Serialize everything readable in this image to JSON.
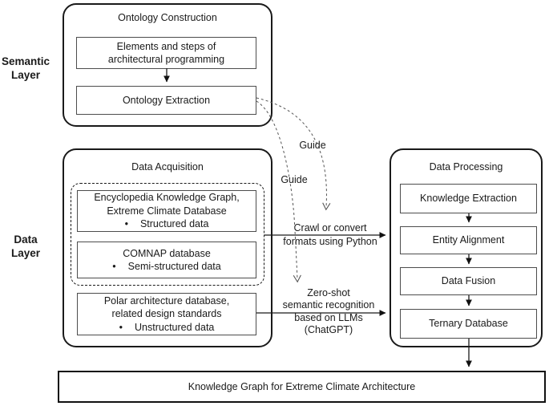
{
  "layer_labels": {
    "semantic": {
      "line1": "Semantic",
      "line2": "Layer"
    },
    "data": {
      "line1": "Data",
      "line2": "Layer"
    }
  },
  "ontology_construction": {
    "title": "Ontology Construction",
    "elements_box_lines": [
      "Elements and steps of",
      "architectural programming"
    ],
    "extraction_box": "Ontology Extraction"
  },
  "data_acquisition": {
    "title": "Data Acquisition",
    "encyclopedia_box": {
      "lines": [
        "Encyclopedia Knowledge Graph,",
        "Extreme Climate Database"
      ],
      "bullet": "Structured data"
    },
    "comnap_box": {
      "lines": [
        "COMNAP database"
      ],
      "bullet": "Semi-structured data"
    },
    "polar_box": {
      "lines": [
        "Polar architecture database,",
        "related design standards"
      ],
      "bullet": "Unstructured data"
    }
  },
  "data_processing": {
    "title": "Data Processing",
    "steps": [
      "Knowledge Extraction",
      "Entity Alignment",
      "Data Fusion",
      "Ternary Database"
    ]
  },
  "output_box": {
    "label": "Knowledge Graph for Extreme Climate Architecture"
  },
  "annotations": {
    "guide_upper": "Guide",
    "guide_lower": "Guide",
    "crawl_lines": [
      "Crawl or convert",
      "formats using Python"
    ],
    "zeroshot_lines": [
      "Zero-shot",
      "semantic recognition",
      "based on LLMs",
      "(ChatGPT)"
    ]
  },
  "glyphs": {
    "bullet": "•"
  },
  "colors": {
    "ink": "#1a1a1a",
    "inner_border": "#4d4d4d",
    "dashed_curve": "#555555",
    "background": "#ffffff"
  }
}
